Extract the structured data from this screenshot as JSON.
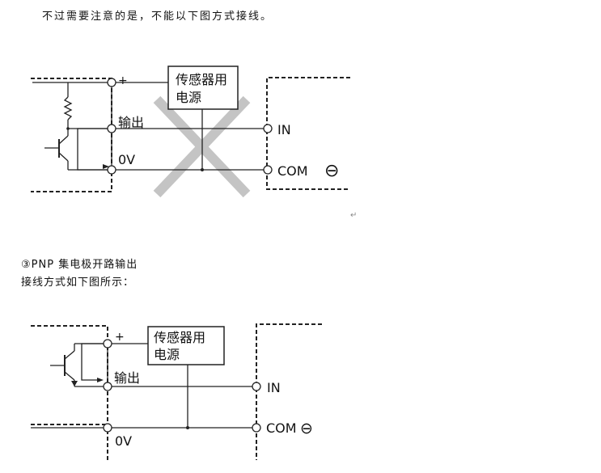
{
  "notes": {
    "intro_text": "不过需要注意的是，不能以下图方式接线。",
    "return_mark": "↵"
  },
  "section": {
    "number": "③",
    "title": "PNP 集电极开路输出",
    "subtitle": "接线方式如下图所示："
  },
  "diagram_incorrect": {
    "power_box_line1": "传感器用",
    "power_box_line2": "电源",
    "plus_label": "+",
    "output_label": "输出",
    "zero_v_label": "0V",
    "in_label": "IN",
    "com_label": "COM",
    "minus_symbol": "⊖",
    "cross_color": "#c4c4c4"
  },
  "diagram_correct": {
    "power_box_line1": "传感器用",
    "power_box_line2": "电源",
    "plus_label": "+",
    "output_label": "输出",
    "zero_v_label": "0V",
    "in_label": "IN",
    "com_label": "COM",
    "minus_symbol": "⊖"
  }
}
